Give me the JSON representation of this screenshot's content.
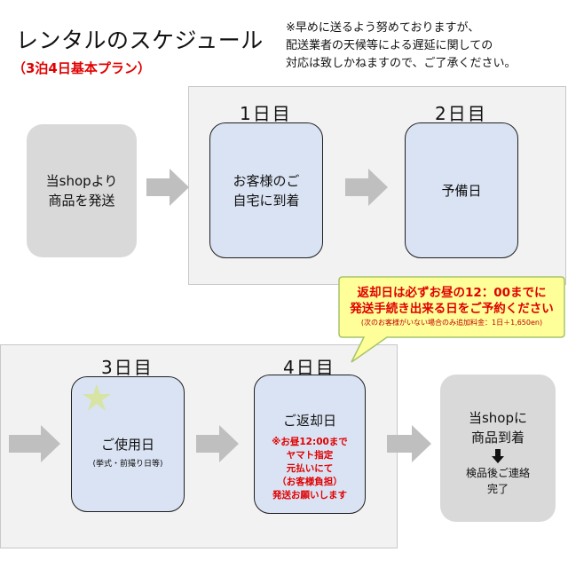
{
  "header": {
    "title": "レンタルのスケジュール",
    "subtitle": "（3泊4日基本プラン）",
    "note_lines": [
      "※早めに送るよう努めておりますが、",
      "配送業者の天候等による遅延に関しての",
      "対応は致しかねますので、ご了承ください。"
    ]
  },
  "steps": {
    "ship": {
      "lines": [
        "当shopより",
        "商品を発送"
      ]
    },
    "day1": {
      "label": "1日目",
      "lines": [
        "お客様のご",
        "自宅に到着"
      ]
    },
    "day2": {
      "label": "2日目",
      "text": "予備日"
    },
    "day3": {
      "label": "3日目",
      "text": "ご使用日",
      "sub": "(挙式・前撮り日等)"
    },
    "day4": {
      "label": "4日目",
      "text": "ご返却日",
      "red_lines": [
        "※お昼12:00まで",
        "ヤマト指定",
        "元払いにて",
        "（お客様負担）",
        "発送お願いします"
      ]
    },
    "arrive": {
      "lines": [
        "当shopに",
        "商品到着"
      ],
      "after": "検品後ご連絡",
      "after2": "完了"
    }
  },
  "callout": {
    "lines": [
      "返却日は必ずお昼の12：00までに",
      "発送手続き出来る日をご予約ください"
    ],
    "sub": "(次のお客様がいない場合のみ追加料金：1日＋1,650en)"
  },
  "colors": {
    "panel": "#f2f2f2",
    "gray_box": "#d9d9d9",
    "blue_box": "#dae3f3",
    "callout_fill": "#ffff99",
    "callout_border": "#a6c36a",
    "arrow": "#bfbfbf",
    "star": "#d7e4a3",
    "red": "#e00000"
  }
}
